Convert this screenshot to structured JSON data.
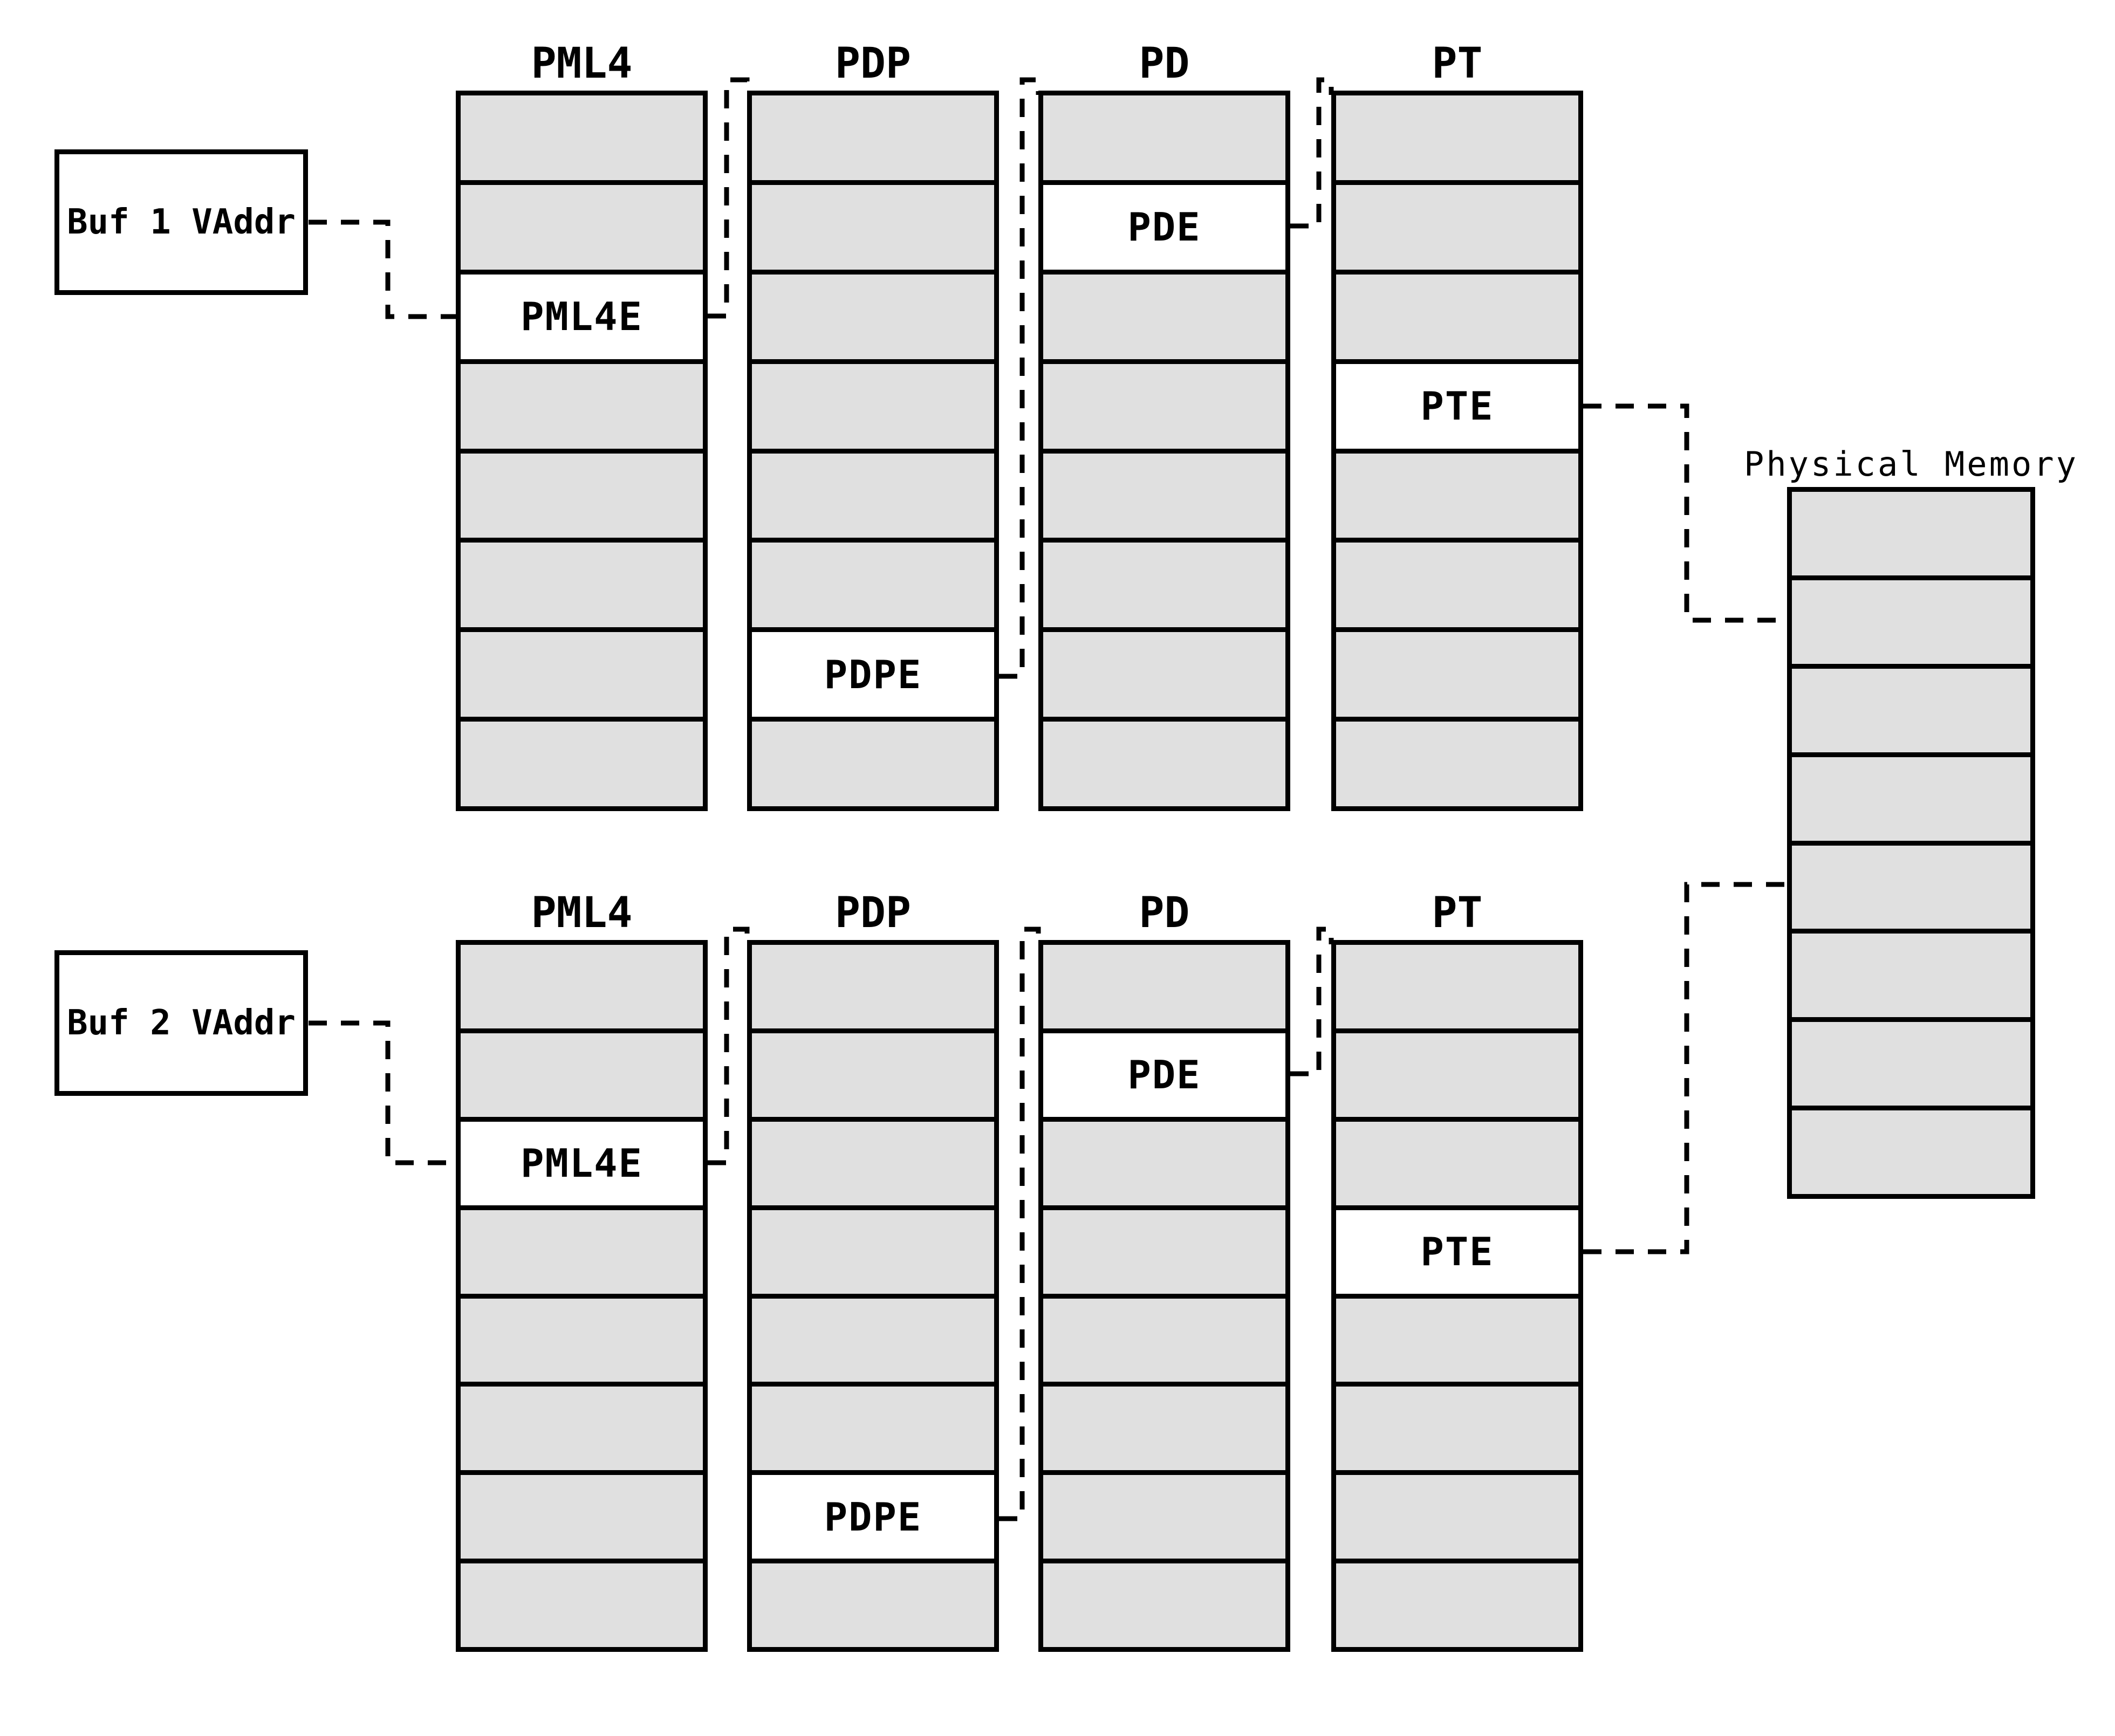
{
  "colors": {
    "cell_fill": "#e0e0e0",
    "highlight_fill": "#ffffff",
    "line": "#000000",
    "background": "#ffffff"
  },
  "sections": [
    {
      "id": "buf1",
      "buffer_label": "Buf 1 VAddr",
      "tables": [
        {
          "title": "PML4",
          "rows": 8,
          "highlight_row": 3,
          "entry_label": "PML4E"
        },
        {
          "title": "PDP",
          "rows": 8,
          "highlight_row": 7,
          "entry_label": "PDPE"
        },
        {
          "title": "PD",
          "rows": 8,
          "highlight_row": 2,
          "entry_label": "PDE"
        },
        {
          "title": "PT",
          "rows": 8,
          "highlight_row": 4,
          "entry_label": "PTE"
        }
      ]
    },
    {
      "id": "buf2",
      "buffer_label": "Buf 2 VAddr",
      "tables": [
        {
          "title": "PML4",
          "rows": 8,
          "highlight_row": 3,
          "entry_label": "PML4E"
        },
        {
          "title": "PDP",
          "rows": 8,
          "highlight_row": 7,
          "entry_label": "PDPE"
        },
        {
          "title": "PD",
          "rows": 8,
          "highlight_row": 2,
          "entry_label": "PDE"
        },
        {
          "title": "PT",
          "rows": 8,
          "highlight_row": 4,
          "entry_label": "PTE"
        }
      ]
    }
  ],
  "physical_memory": {
    "title": "Physical Memory",
    "rows": 8
  }
}
